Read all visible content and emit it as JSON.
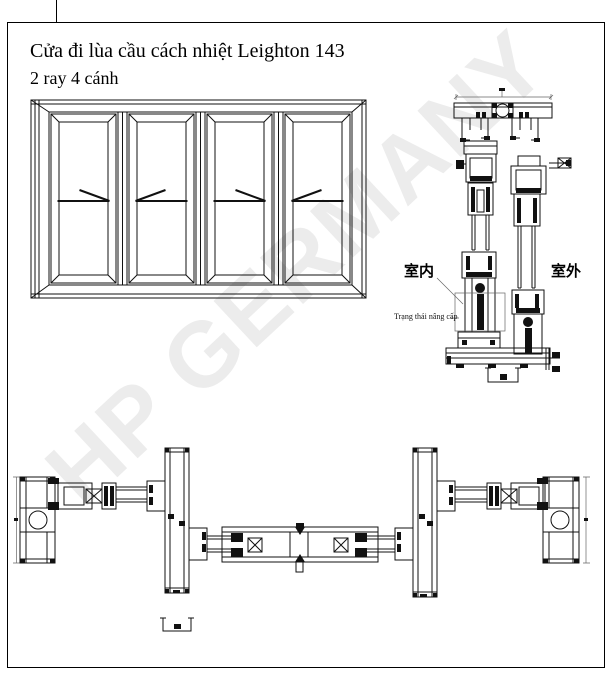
{
  "page": {
    "title": "Cửa đi lùa cầu cách nhiệt Leighton 143",
    "subtitle": "2 ray 4 cánh",
    "watermark": "HP GERMANY"
  },
  "door": {
    "type": "lift-slide door elevation, 2 tracks 4 sashes",
    "panels": [
      {
        "label": "panel-1",
        "slide_direction": "right"
      },
      {
        "label": "panel-2",
        "slide_direction": "left"
      },
      {
        "label": "panel-3",
        "slide_direction": "right"
      },
      {
        "label": "panel-4",
        "slide_direction": "left"
      }
    ]
  },
  "section_labels": {
    "interior": "室内",
    "exterior": "室外",
    "note": "Trạng thái nâng cấp"
  },
  "colors": {
    "line": "#111111",
    "elevation_line": "#3c3c3c",
    "watermark": "#ececec",
    "background": "#ffffff"
  }
}
